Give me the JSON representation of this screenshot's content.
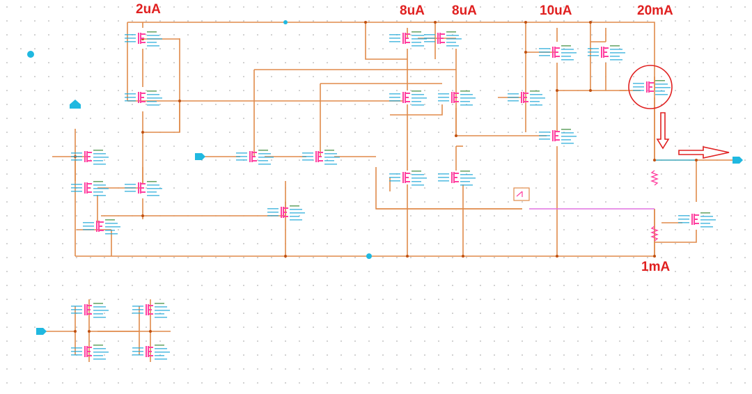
{
  "annotations": {
    "current_2uA": "2uA",
    "current_8uA_a": "8uA",
    "current_8uA_b": "8uA",
    "current_10uA": "10uA",
    "current_20mA": "20mA",
    "current_1mA": "1mA"
  },
  "colors": {
    "wire": "#e08a4a",
    "pin": "#20b8e0",
    "mosfet": "#ff40a0",
    "annotation": "#e02020",
    "signal_wire": "#e060e0",
    "grid_dot": "#9a9a9a"
  },
  "icons": [
    "pin-icon",
    "pmos-icon",
    "nmos-icon",
    "resistor-icon",
    "switch-icon",
    "arrow-right-icon",
    "arrow-down-icon"
  ]
}
